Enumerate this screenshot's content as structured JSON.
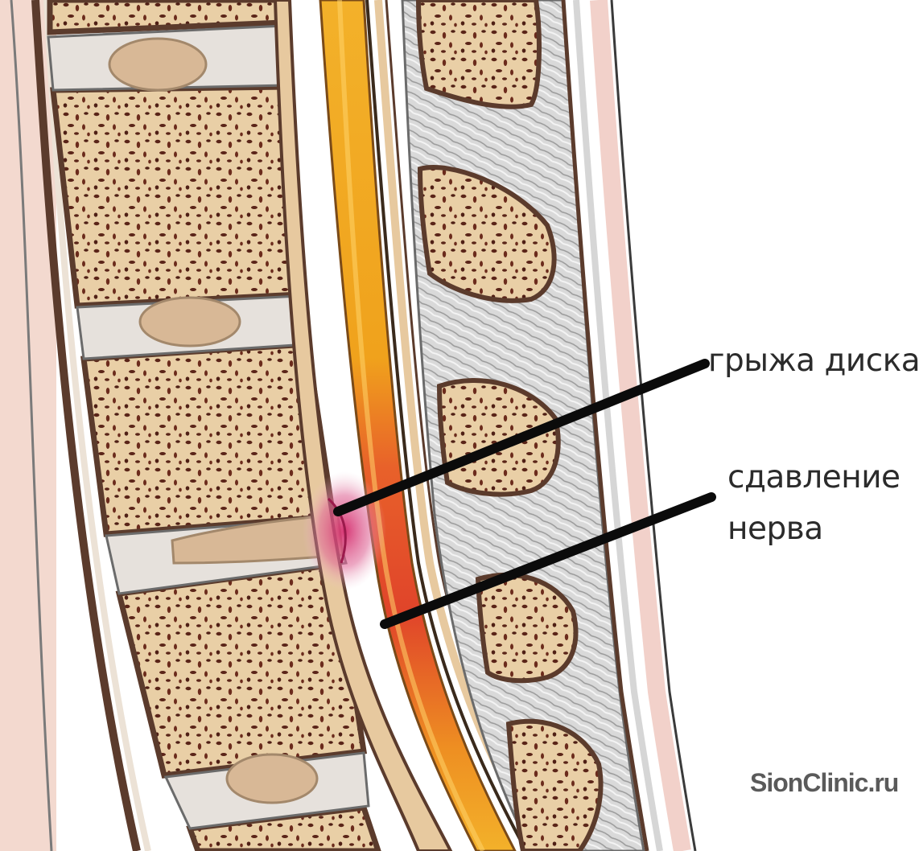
{
  "labels": {
    "disc_hernia": "грыжа диска",
    "nerve_compression_line1": "сдавление",
    "nerve_compression_line2": "нерва"
  },
  "watermark": "SionClinic.ru",
  "colors": {
    "skin": "#f3d9cf",
    "bone_fill": "#e9cfa6",
    "bone_edge": "#5b3b2c",
    "bone_pore": "#5a2418",
    "disc_fill": "#d8b896",
    "disc_edge": "#d3d3d3",
    "spinal_cord": "#f0a21c",
    "spinal_cord_compressed": "#e0442a",
    "ligament": "#c9c9c9",
    "hernia": "#c2306a",
    "pointer": "#0b0b0b"
  },
  "icons": {
    "pointer_hernia": "leader-line",
    "pointer_compression": "leader-line"
  }
}
